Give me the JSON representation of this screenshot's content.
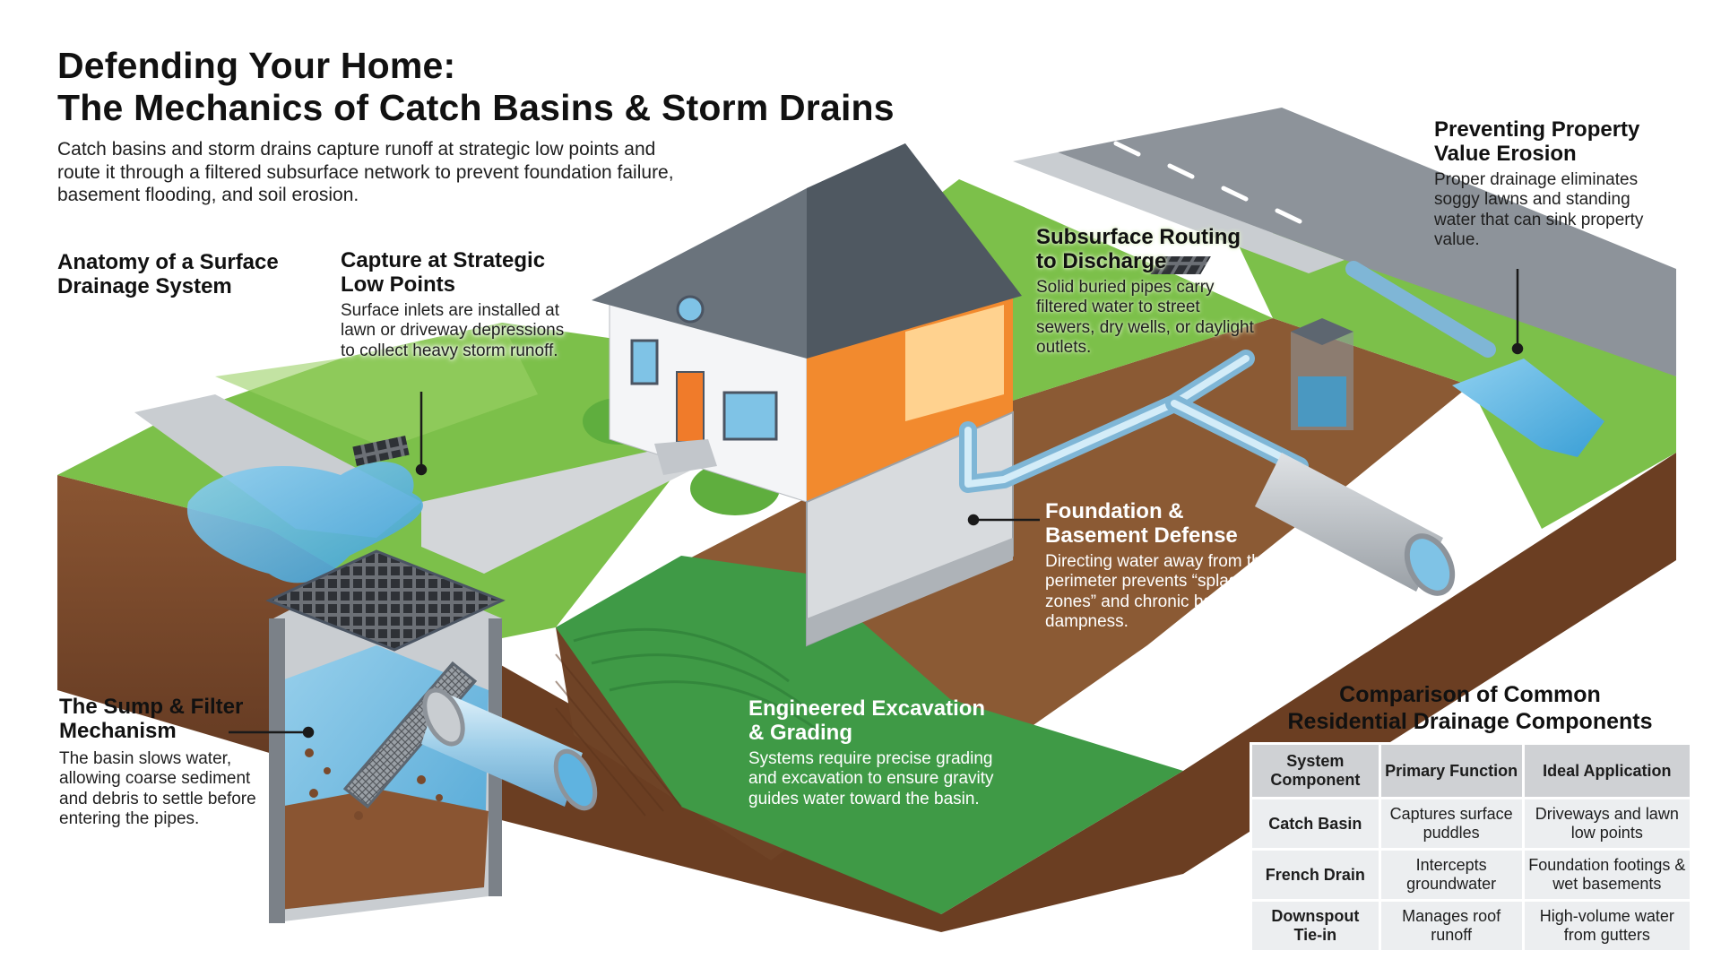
{
  "title": {
    "line1": "Defending Your Home:",
    "line2": "The Mechanics of Catch Basins & Storm Drains"
  },
  "intro": "Catch basins and storm drains capture runoff at strategic low points and route it through a filtered subsurface network to prevent foundation failure, basement flooding, and soil erosion.",
  "anatomy": {
    "line1": "Anatomy of a Surface",
    "line2": "Drainage System"
  },
  "callouts": {
    "capture": {
      "heading1": "Capture at Strategic",
      "heading2": "Low Points",
      "body": "Surface inlets are installed at lawn or driveway depressions to collect heavy storm runoff."
    },
    "routing": {
      "heading1": "Subsurface Routing",
      "heading2": "to Discharge",
      "body": "Solid buried pipes carry filtered water to street sewers, dry wells, or daylight outlets."
    },
    "property": {
      "heading1": "Preventing Property",
      "heading2": "Value Erosion",
      "body": "Proper drainage eliminates soggy lawns and standing water that can sink property value."
    },
    "foundation": {
      "heading1": "Foundation &",
      "heading2": "Basement Defense",
      "body": "Directing water away from the perimeter prevents “splash zones” and chronic basement dampness."
    },
    "sump": {
      "heading1": "The Sump & Filter",
      "heading2": "Mechanism",
      "body": "The basin slows water, allowing coarse sediment and debris to settle before entering the pipes."
    },
    "excavation": {
      "heading1": "Engineered Excavation",
      "heading2": "& Grading",
      "body": "Systems require precise grading and excavation to ensure gravity guides water toward the basin."
    }
  },
  "comparison": {
    "title1": "Comparison of Common",
    "title2": "Residential Drainage Components",
    "headers": [
      "System Component",
      "Primary Function",
      "Ideal Application"
    ],
    "rows": [
      [
        "Catch Basin",
        "Captures surface puddles",
        "Driveways and lawn low points"
      ],
      [
        "French Drain",
        "Intercepts groundwater",
        "Foundation footings & wet basements"
      ],
      [
        "Downspout Tie-in",
        "Manages roof runoff",
        "High-volume water from gutters"
      ]
    ]
  },
  "colors": {
    "grass": "#7cc04a",
    "soil": "#7a4a2c",
    "water": "#5fb3e0",
    "pipe": "#b8dff2",
    "roof": "#5d6670",
    "interior": "#f28a2e",
    "road": "#8d939a"
  }
}
